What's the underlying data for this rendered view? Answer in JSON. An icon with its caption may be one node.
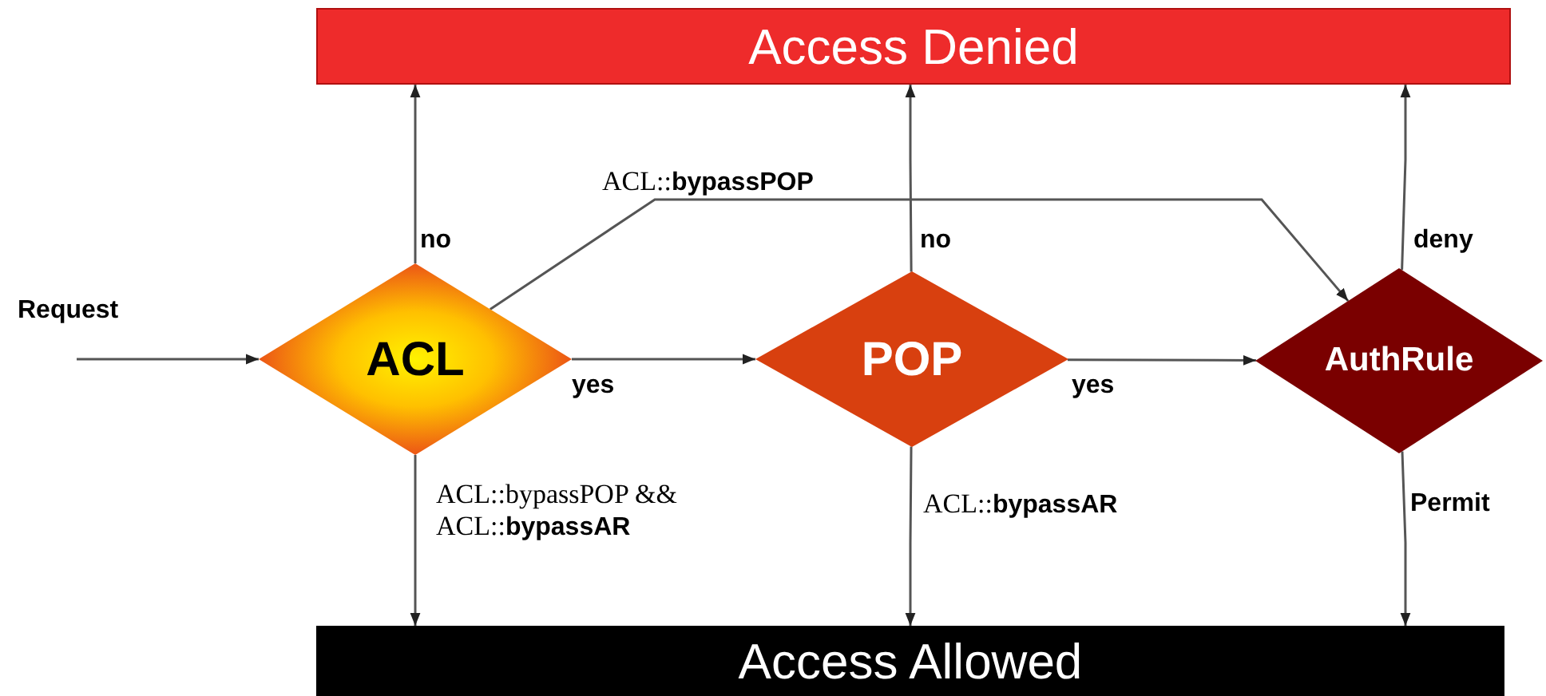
{
  "diagram": {
    "nodes": [
      {
        "text": [
          "Access Denied"
        ]
      },
      {
        "text": [
          "ACL"
        ]
      },
      {
        "text": [
          "POP"
        ]
      },
      {
        "text": [
          "AuthRule"
        ]
      },
      {
        "text": [
          "Access Allowed"
        ]
      }
    ],
    "edges": [
      {
        "from": 1,
        "to": 0,
        "arrow": "to",
        "label": "no"
      },
      {
        "from": 1,
        "to": 2,
        "arrow": "to",
        "label": "yes"
      },
      {
        "from": 1,
        "to": 3,
        "arrow": "to",
        "label": "ACL::**bypassPOP**"
      },
      {
        "from": 1,
        "to": 4,
        "arrow": "to",
        "label": "ACL::bypassPOP && ACL::**bypassAR**"
      },
      {
        "from": 2,
        "to": 0,
        "arrow": "to",
        "label": "no"
      },
      {
        "from": 2,
        "to": 3,
        "arrow": "to",
        "label": "yes"
      },
      {
        "from": 2,
        "to": 4,
        "arrow": "to",
        "label": "ACL::**bypassAR**"
      },
      {
        "from": 3,
        "to": 0,
        "arrow": "to",
        "label": "deny"
      },
      {
        "from": 3,
        "to": 4,
        "arrow": "to",
        "label": "Permit"
      },
      {
        "from": null,
        "to": 1,
        "arrow": "to",
        "label": "Request"
      }
    ]
  }
}
